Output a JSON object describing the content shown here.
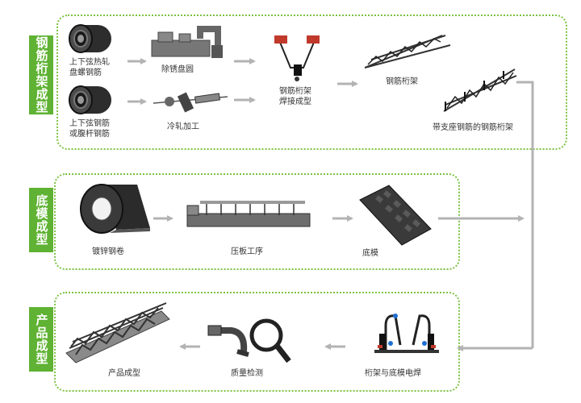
{
  "stages": [
    {
      "tab": "钢筋桁架成型",
      "nodes": {
        "top_chord": "上下弦热轧\n盘螺钢筋",
        "derust": "除锈盘圆",
        "web_bar": "上下弦钢筋\n或腹杆钢筋",
        "cold_roll": "冷轧加工",
        "weld_form": "钢筋桁架\n焊接成型",
        "truss": "钢筋桁架",
        "truss_support": "带支座钢筋的钢筋桁架"
      }
    },
    {
      "tab": "底模成型",
      "nodes": {
        "coil": "镀锌钢卷",
        "press": "压板工序",
        "base": "底模"
      }
    },
    {
      "tab": "产品成型",
      "nodes": {
        "weld_base": "桁架与底模电焊",
        "inspect": "质量检测",
        "product": "产品成型"
      }
    }
  ],
  "colors": {
    "accent": "#5fb233",
    "border": "#7cc242",
    "arrow": "#b3b3b3"
  }
}
